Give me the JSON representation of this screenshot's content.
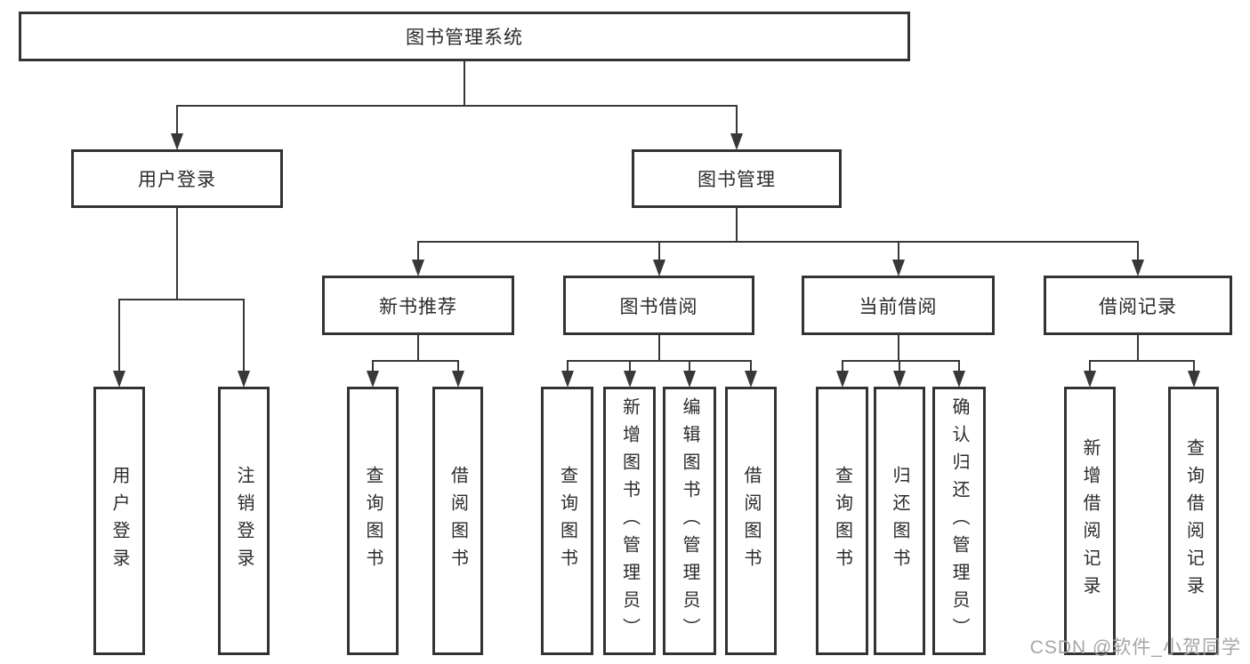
{
  "diagram": {
    "watermark": "CSDN @软件_小贺同学",
    "colors": {
      "background": "#ffffff",
      "box_border": "#333333",
      "line": "#383838",
      "text": "#2b2b2b",
      "watermark": "#a6a6a6"
    },
    "nodes": [
      {
        "id": "root",
        "label": "图书管理系统",
        "parent": null
      },
      {
        "id": "user-login-group",
        "label": "用户登录",
        "parent": "root"
      },
      {
        "id": "book-mgmt-group",
        "label": "图书管理",
        "parent": "root"
      },
      {
        "id": "new-book-group",
        "label": "新书推荐",
        "parent": "book-mgmt-group"
      },
      {
        "id": "book-borrow-group",
        "label": "图书借阅",
        "parent": "book-mgmt-group"
      },
      {
        "id": "current-borrow-group",
        "label": "当前借阅",
        "parent": "book-mgmt-group"
      },
      {
        "id": "borrow-record-group",
        "label": "借阅记录",
        "parent": "book-mgmt-group"
      },
      {
        "id": "leaf-user-login",
        "label": "用户登录",
        "parent": "user-login-group"
      },
      {
        "id": "leaf-logout",
        "label": "注销登录",
        "parent": "user-login-group"
      },
      {
        "id": "leaf-query-book-new",
        "label": "查询图书",
        "parent": "new-book-group"
      },
      {
        "id": "leaf-borrow-book-new",
        "label": "借阅图书",
        "parent": "new-book-group"
      },
      {
        "id": "leaf-query-book-borrow",
        "label": "查询图书",
        "parent": "book-borrow-group"
      },
      {
        "id": "leaf-add-book",
        "label": "新增图书（管理员）",
        "parent": "book-borrow-group"
      },
      {
        "id": "leaf-edit-book",
        "label": "编辑图书（管理员）",
        "parent": "book-borrow-group"
      },
      {
        "id": "leaf-borrow-book-borrow",
        "label": "借阅图书",
        "parent": "book-borrow-group"
      },
      {
        "id": "leaf-query-book-current",
        "label": "查询图书",
        "parent": "current-borrow-group"
      },
      {
        "id": "leaf-return-book",
        "label": "归还图书",
        "parent": "current-borrow-group"
      },
      {
        "id": "leaf-confirm-return",
        "label": "确认归还（管理员）",
        "parent": "current-borrow-group"
      },
      {
        "id": "leaf-add-borrow-record",
        "label": "新增借阅记录",
        "parent": "borrow-record-group"
      },
      {
        "id": "leaf-query-borrow-record",
        "label": "查询借阅记录",
        "parent": "borrow-record-group"
      }
    ]
  }
}
